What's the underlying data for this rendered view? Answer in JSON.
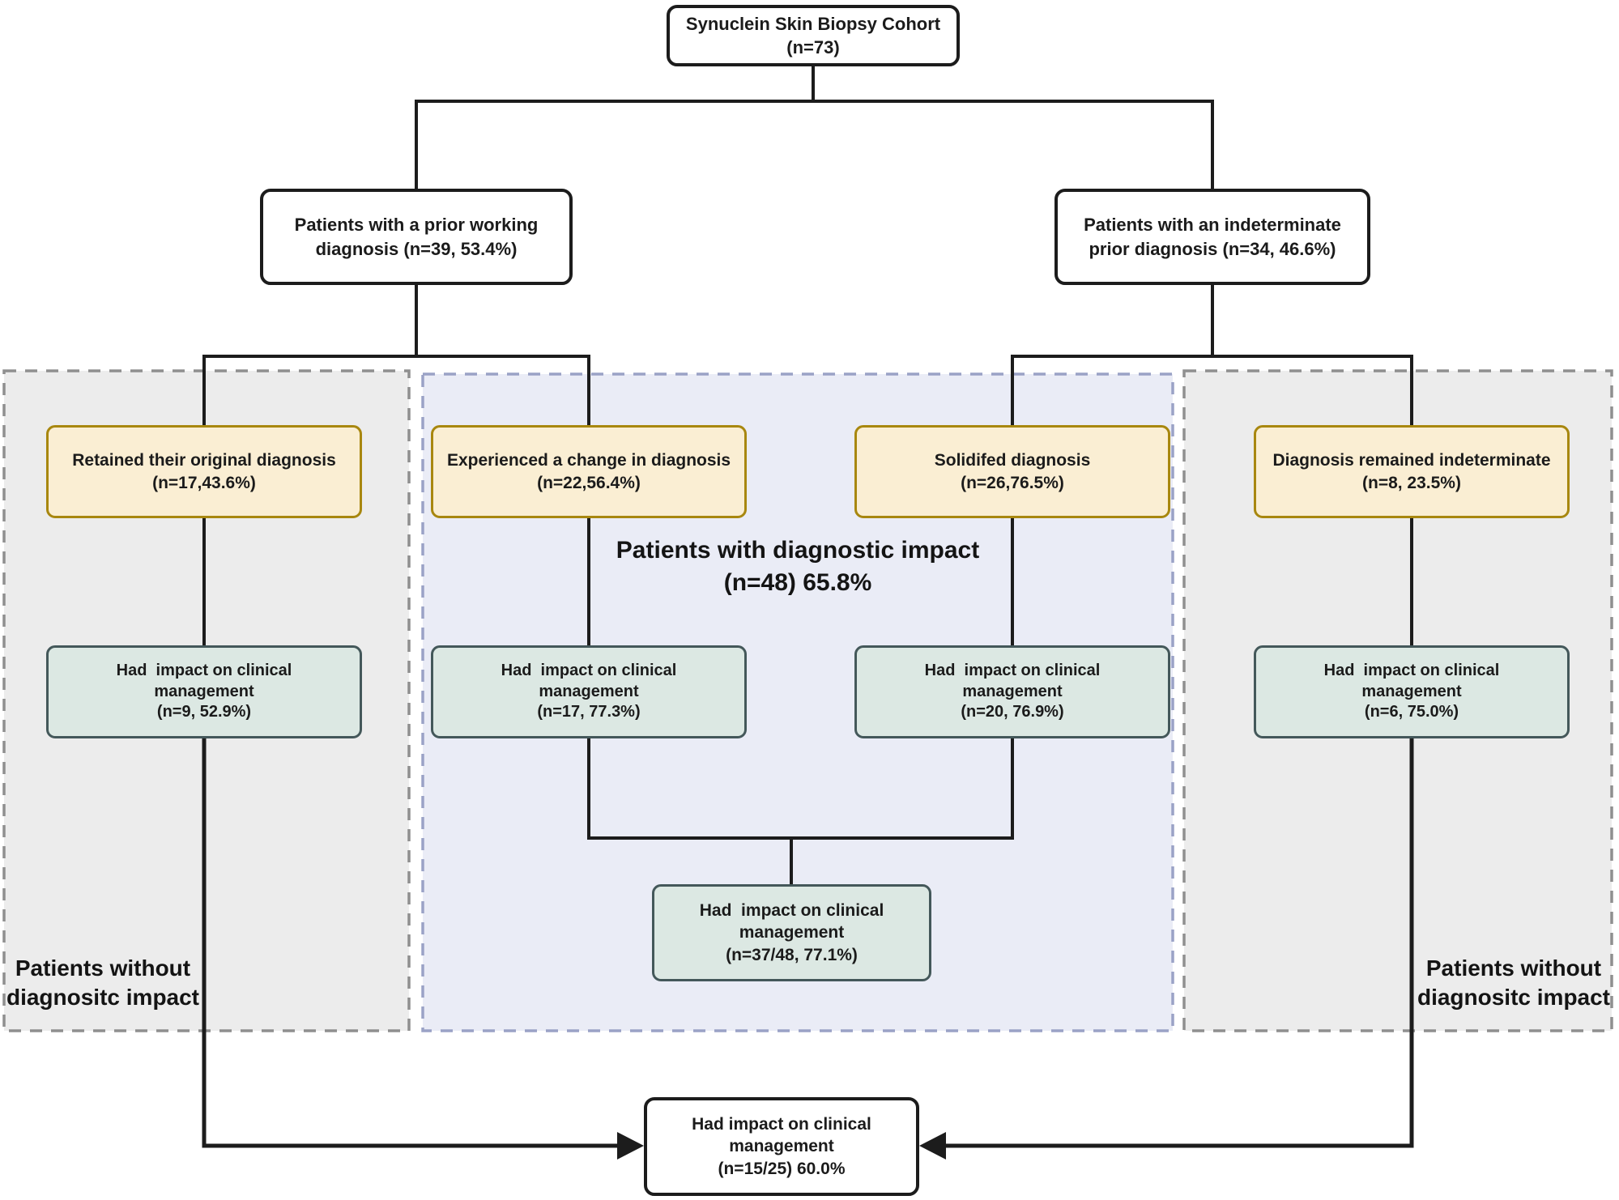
{
  "nodes": {
    "cohort": {
      "line1": "Synuclein Skin Biopsy Cohort",
      "line2": "(n=73)"
    },
    "prior_working": {
      "line1": "Patients with a prior working",
      "line2": "diagnosis (n=39, 53.4%)"
    },
    "indeterminate_prior": {
      "line1": "Patients with an indeterminate",
      "line2": "prior diagnosis (n=34, 46.6%)"
    },
    "retained": {
      "line1": "Retained their original diagnosis",
      "line2": "(n=17,43.6%)"
    },
    "changed": {
      "line1": "Experienced a change in diagnosis",
      "line2": "(n=22,56.4%)"
    },
    "solidified": {
      "line1": "Solidifed diagnosis",
      "line2": "(n=26,76.5%)"
    },
    "remained_indeterminate": {
      "line1": "Diagnosis remained indeterminate",
      "line2": "(n=8, 23.5%)"
    },
    "impact_retained": {
      "line1": "Had  impact on clinical",
      "line2": "management",
      "line3": "(n=9, 52.9%)"
    },
    "impact_changed": {
      "line1": "Had  impact on clinical",
      "line2": "management",
      "line3": "(n=17, 77.3%)"
    },
    "impact_solidified": {
      "line1": "Had  impact on clinical",
      "line2": "management",
      "line3": "(n=20, 76.9%)"
    },
    "impact_indeterminate": {
      "line1": "Had  impact on clinical",
      "line2": "management",
      "line3": "(n=6, 75.0%)"
    },
    "impact_combined": {
      "line1": "Had  impact on clinical",
      "line2": "management",
      "line3": "(n=37/48, 77.1%)"
    },
    "impact_without_diag": {
      "line1": "Had impact on clinical",
      "line2": "management",
      "line3": "(n=15/25) 60.0%"
    }
  },
  "labels": {
    "diagnostic_impact_title": {
      "line1": "Patients with diagnostic impact",
      "line2": "(n=48) 65.8%"
    },
    "left_no_impact": {
      "line1": "Patients without",
      "line2": "diagnositc impact"
    },
    "right_no_impact": {
      "line1": "Patients without",
      "line2": "diagnositc impact"
    }
  },
  "colors": {
    "outcome_fill": "#faeed3",
    "outcome_border": "#a8870f",
    "impact_fill": "#dce8e3",
    "impact_border": "#44585a",
    "plain_fill": "#ffffff",
    "plain_border": "#1c1c1c",
    "gray_panel_fill": "#ececec",
    "gray_panel_border": "#8f8f8f",
    "impact_panel_fill": "#eaecf6",
    "impact_panel_border": "#9aa2c6",
    "line": "#1c1c1c"
  }
}
